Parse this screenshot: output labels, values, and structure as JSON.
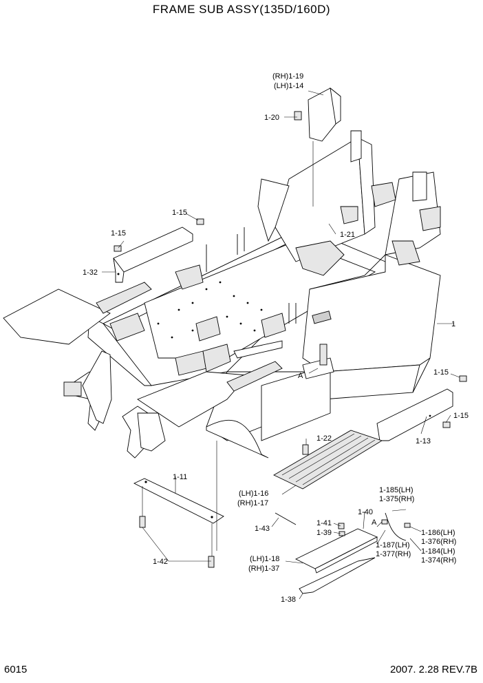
{
  "title": "FRAME SUB ASSY(135D/160D)",
  "page_number": "6015",
  "revision": "2007. 2.28  REV.7B",
  "labels": {
    "rh_1_19": "(RH)1-19",
    "lh_1_14": "(LH)1-14",
    "p1_20": "1-20",
    "p1_15_a": "1-15",
    "p1_15_b": "1-15",
    "p1_21": "1-21",
    "p1_32": "1-32",
    "p1": "1",
    "p1_15_c": "1-15",
    "p1_15_d": "1-15",
    "p1_13": "1-13",
    "ref_a_1": "A",
    "p1_22": "1-22",
    "p1_11": "1-11",
    "lh_1_16": "(LH)1-16",
    "rh_1_17": "(RH)1-17",
    "p1_43": "1-43",
    "p1_42": "1-42",
    "p1_41": "1-41",
    "p1_39": "1-39",
    "p1_40": "1-40",
    "ref_a_2": "A",
    "p1_185": "1-185(LH)",
    "p1_375": "1-375(RH)",
    "p1_187": "1-187(LH)",
    "p1_377": "1-377(RH)",
    "p1_186": "1-186(LH)",
    "p1_376": "1-376(RH)",
    "p1_184": "1-184(LH)",
    "p1_374": "1-374(RH)",
    "lh_1_18": "(LH)1-18",
    "rh_1_37": "(RH)1-37",
    "p1_38": "1-38"
  }
}
